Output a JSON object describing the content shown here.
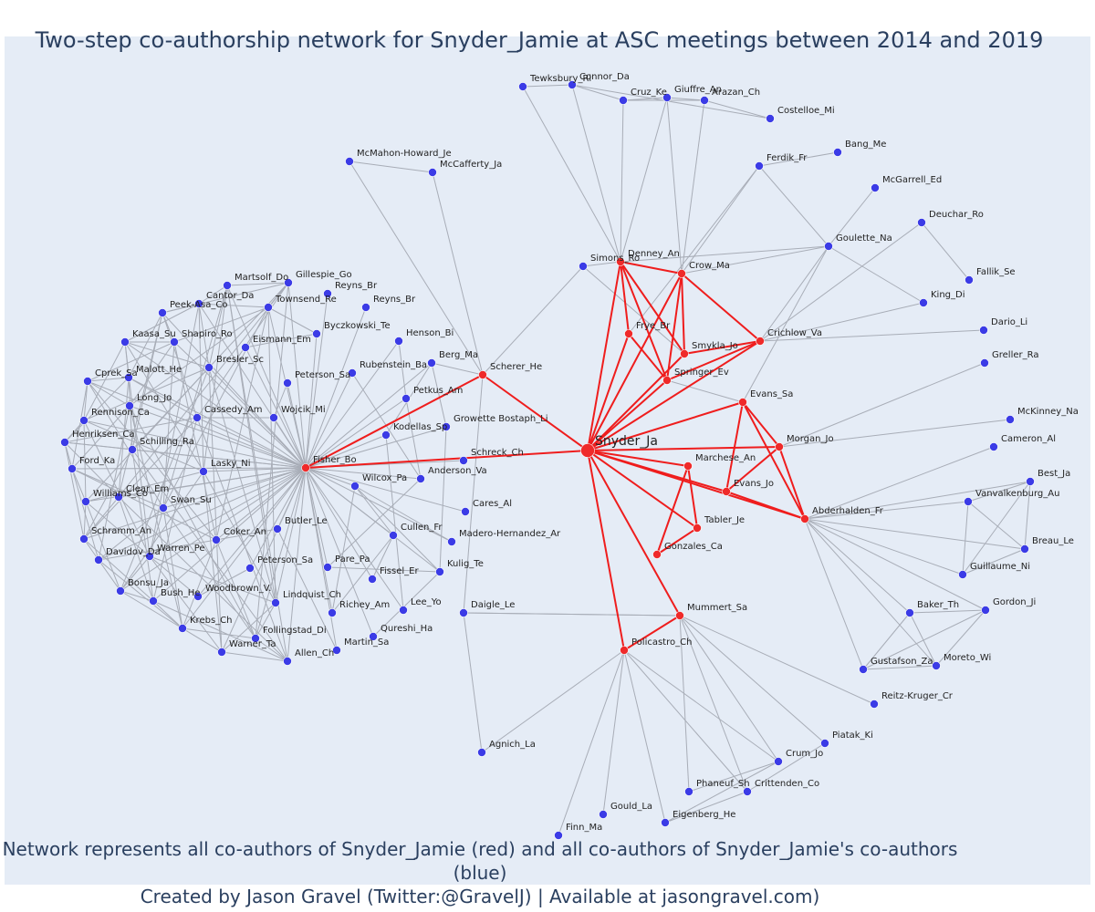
{
  "title": "Two-step co-authorship network for Snyder_Jamie at ASC meetings between 2014 and 2019",
  "caption": {
    "line1": "Network represents all co-authors of Snyder_Jamie (red) and all co-authors of Snyder_Jamie's co-authors (blue)",
    "line2": "Created by Jason Gravel (Twitter:@GravelJ) | Available at jasongravel.com)"
  },
  "colors": {
    "red_node": "#ef2a2a",
    "blue_node": "#3b3be6",
    "red_edge": "#ef1d1d",
    "gray_edge": "#a8adb7",
    "background": "#e5ecf6"
  },
  "center": "Snyder_Ja",
  "red_nodes": [
    "Fisher_Bo",
    "Scherer_He",
    "Denney_An",
    "Crow_Ma",
    "Frye_Br",
    "Smykla_Jo",
    "Springer_Ev",
    "Crichlow_Va",
    "Evans_Sa",
    "Morgan_Jo",
    "Marchese_An",
    "Evans_Jo",
    "Tabler_Je",
    "Gonzales_Ca",
    "Abderhalden_Fr",
    "Mummert_Sa",
    "Policastro_Ch"
  ],
  "blue_nodes": [
    "Tewksbury_Ri",
    "Connor_Da",
    "Cruz_Ke",
    "Giuffre_An",
    "Arazan_Ch",
    "Costelloe_Mi",
    "Ferdik_Fr",
    "Bang_Me",
    "McGarrell_Ed",
    "Deuchar_Ro",
    "Goulette_Na",
    "Fallik_Se",
    "King_Di",
    "Simons_Ro",
    "Dario_Li",
    "Greller_Ra",
    "McKinney_Na",
    "Cameron_Al",
    "Best_Ja",
    "Vanvalkenburg_Au",
    "Breau_Le",
    "Guillaume_Ni",
    "Baker_Th",
    "Gordon_Ji",
    "Gustafson_Za",
    "Moreto_Wi",
    "Reitz-Kruger_Cr",
    "Piatak_Ki",
    "Crum_Jo",
    "Phaneuf_Sh",
    "Crittenden_Co",
    "Eigenberg_He",
    "Gould_La",
    "Finn_Ma",
    "Agnich_La",
    "Daigle_Le",
    "McMahon-Howard_Je",
    "McCafferty_Ja",
    "Schreck_Ch",
    "Growette Bostaph_Li",
    "Cares_Al",
    "Madero-Hernandez_Ar",
    "Berg_Ma",
    "Henson_Bi",
    "Reyns_Br",
    "Petkus_Am",
    "Kodellas_Sp",
    "Anderson_Va",
    "Wilcox_Pa",
    "Cullen_Fr",
    "Kulig_Te",
    "Fissel_Er",
    "Pare_Pa",
    "Lee_Yo",
    "Qureshi_Ha",
    "Richey_Am",
    "Martin_Sa",
    "Butler_Le",
    "Peterson_Sa",
    "Lindquist_Ch",
    "Follingstad_Di",
    "Allen_Ch",
    "Warner_Ta",
    "Krebs_Ch",
    "Woodbrown_V.",
    "Bush_He",
    "Bonsu_Ja",
    "Warren_Pe",
    "Davidov_Da",
    "Coker_An",
    "Schramm_An",
    "Swan_Su",
    "Williams_Co",
    "Clear_Em",
    "Ford_Ka",
    "Lasky_Ni",
    "Schilling_Ra",
    "Henriksen_Ca",
    "Rennison_Ca",
    "Long_Jo",
    "Cassedy_Am",
    "Wojcik_Mi",
    "Cprek_Sa",
    "Malott_He",
    "Kaasa_Su",
    "Shapiro_Ro",
    "Bresler_Sc",
    "Eismann_Em",
    "Peek-Asa_Co",
    "Cantor_Da",
    "Martsolf_Do",
    "Gillespie_Go",
    "Townsend_Re",
    "Byczkowski_Te",
    "Rubenstein_Ba"
  ]
}
